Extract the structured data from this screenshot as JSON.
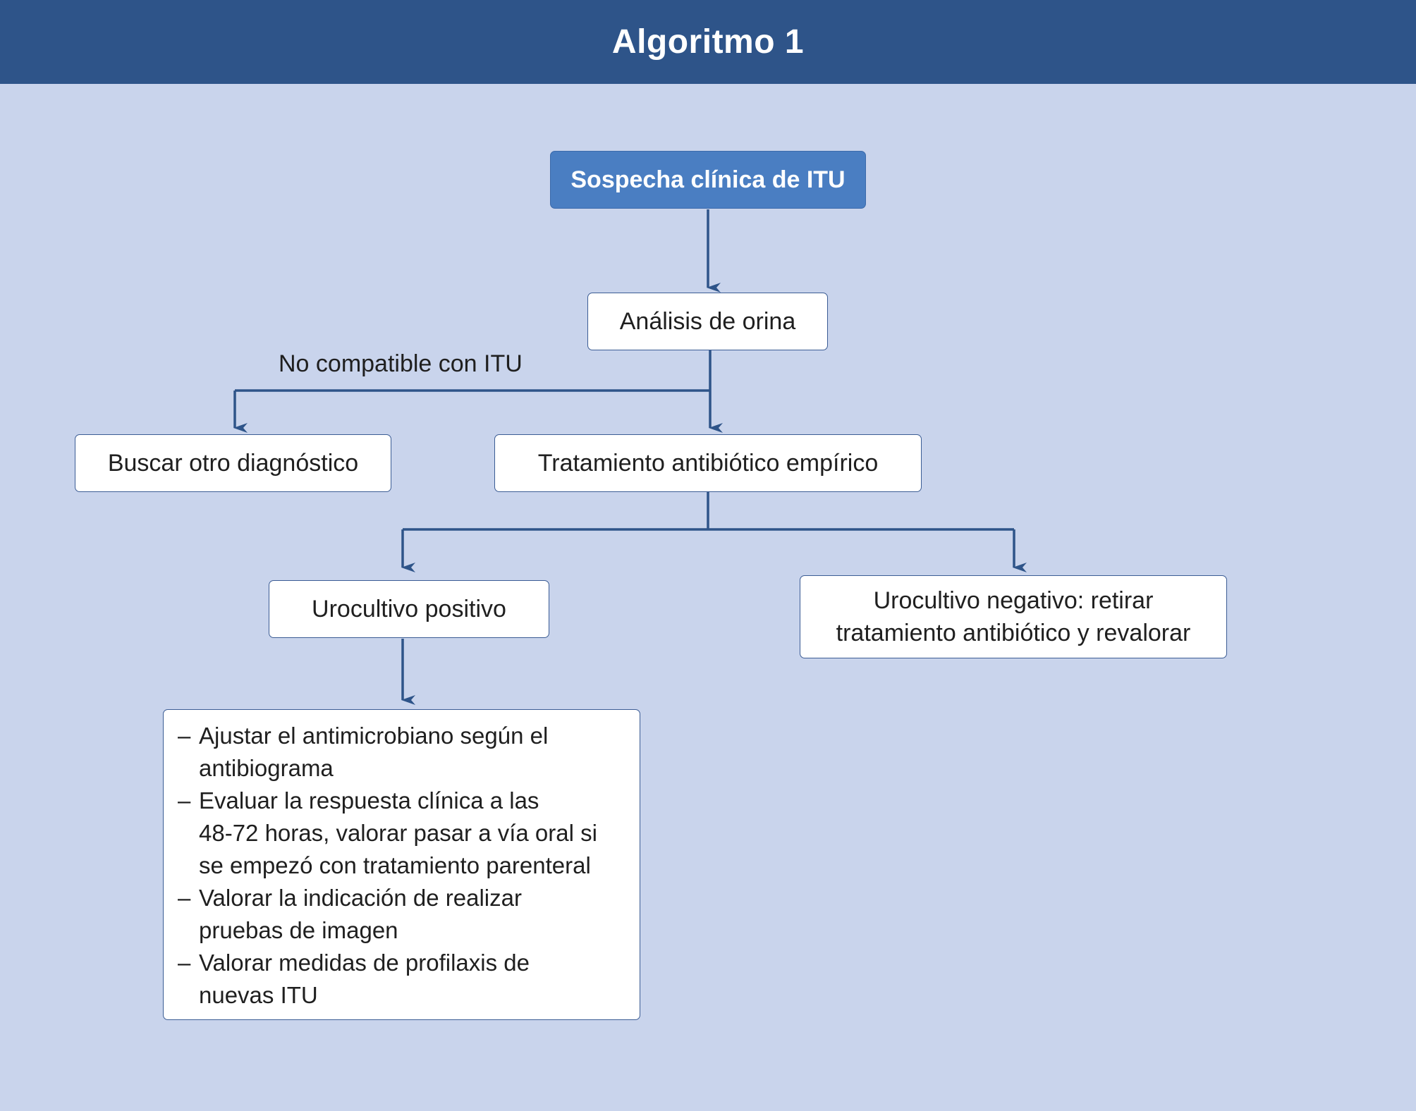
{
  "header": {
    "title": "Algoritmo 1"
  },
  "nodes": {
    "start": "Sospecha clínica de ITU",
    "urine": "Análisis de orina",
    "other_dx": "Buscar otro diagnóstico",
    "empiric": "Tratamiento antibiótico empírico",
    "culture_pos": "Urocultivo positivo",
    "culture_neg_line1": "Urocultivo negativo: retirar",
    "culture_neg_line2": "tratamiento antibiótico y revalorar"
  },
  "edges": {
    "not_compatible": "No compatible con ITU"
  },
  "actions": {
    "bullet": "–",
    "items": [
      {
        "line1": "Ajustar el antimicrobiano según el",
        "line2": "antibiograma"
      },
      {
        "line1": "Evaluar la respuesta clínica a las",
        "line2": "48-72 horas, valorar pasar a vía oral si",
        "line3": "se empezó con tratamiento parenteral"
      },
      {
        "line1": "Valorar la indicación de realizar",
        "line2": "pruebas de imagen"
      },
      {
        "line1": "Valorar medidas de profilaxis de",
        "line2": "nuevas ITU"
      }
    ]
  },
  "colors": {
    "header_bg": "#2e5489",
    "background": "#c9d4ec",
    "primary_box": "#4a7ec2",
    "connector": "#2e5489"
  }
}
